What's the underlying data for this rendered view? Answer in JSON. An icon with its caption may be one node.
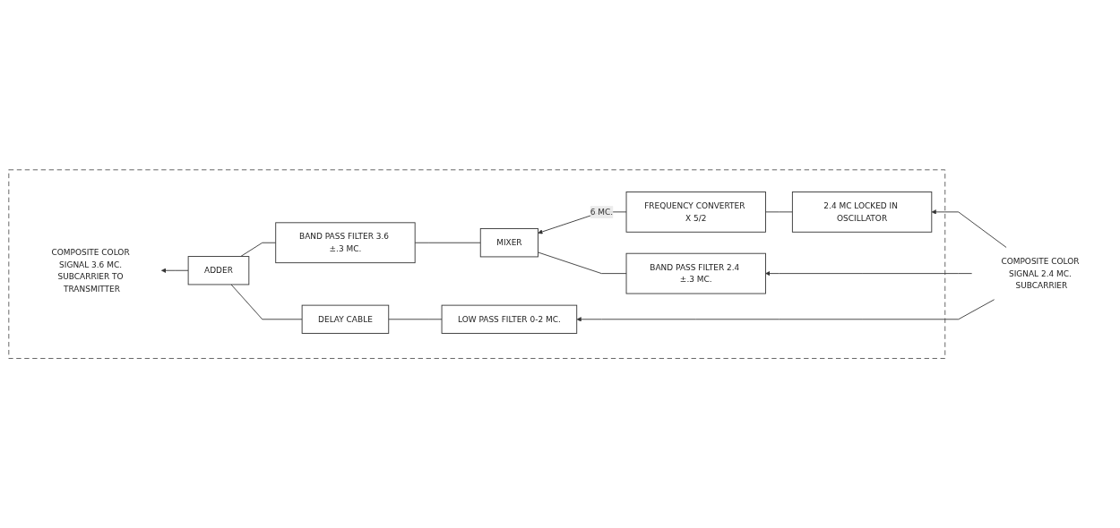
{
  "diagram": {
    "nodes": [
      {
        "text": [],
        "shape": "box"
      },
      {
        "text": [
          "COMPOSITE COLOR SIGNAL 3.6 MC. SUBCARRIER TO TRANSMITTER"
        ],
        "in": 0
      },
      {
        "text": [
          "FREQUENCY CONVERTER X 5/2"
        ],
        "in": 0
      },
      {
        "text": [
          "2.4 MC LOCKED IN OSCILLATOR"
        ],
        "in": 0
      },
      {
        "text": [
          "ADDER"
        ],
        "in": 0
      },
      {
        "text": [
          "BAND PASS FILTER 3.6 ±.3 MC."
        ],
        "in": 0
      },
      {
        "text": [
          "MIXER"
        ],
        "in": 0
      },
      {
        "text": [
          "BAND PASS FILTER 2.4 ±.3 MC."
        ],
        "in": 0
      },
      {
        "text": [
          "COMPOSITE COLOR SIGNAL 2.4 MC. SUBCARRIER"
        ]
      },
      {
        "text": [
          "DELAY CABLE"
        ],
        "in": 0
      },
      {
        "text": [
          "LOW PASS FILTER 0-2 MC."
        ],
        "in": 0
      }
    ],
    "edges": [
      {
        "from": 8,
        "to": 7,
        "arrow": "to"
      },
      {
        "from": 8,
        "to": 3,
        "arrow": "to"
      },
      {
        "from": 8,
        "to": 10,
        "arrow": "to"
      },
      {
        "from": 3,
        "to": 2,
        "arrow": "none"
      },
      {
        "from": 2,
        "to": 6,
        "arrow": "to",
        "label": "6 MC."
      },
      {
        "from": 7,
        "to": 6,
        "arrow": "none"
      },
      {
        "from": 6,
        "to": 5,
        "arrow": "none"
      },
      {
        "from": 5,
        "to": 4,
        "arrow": "none"
      },
      {
        "from": 10,
        "to": 9,
        "arrow": "none"
      },
      {
        "from": 9,
        "to": 4,
        "arrow": "none"
      },
      {
        "from": 4,
        "to": 1,
        "arrow": "to"
      }
    ]
  }
}
